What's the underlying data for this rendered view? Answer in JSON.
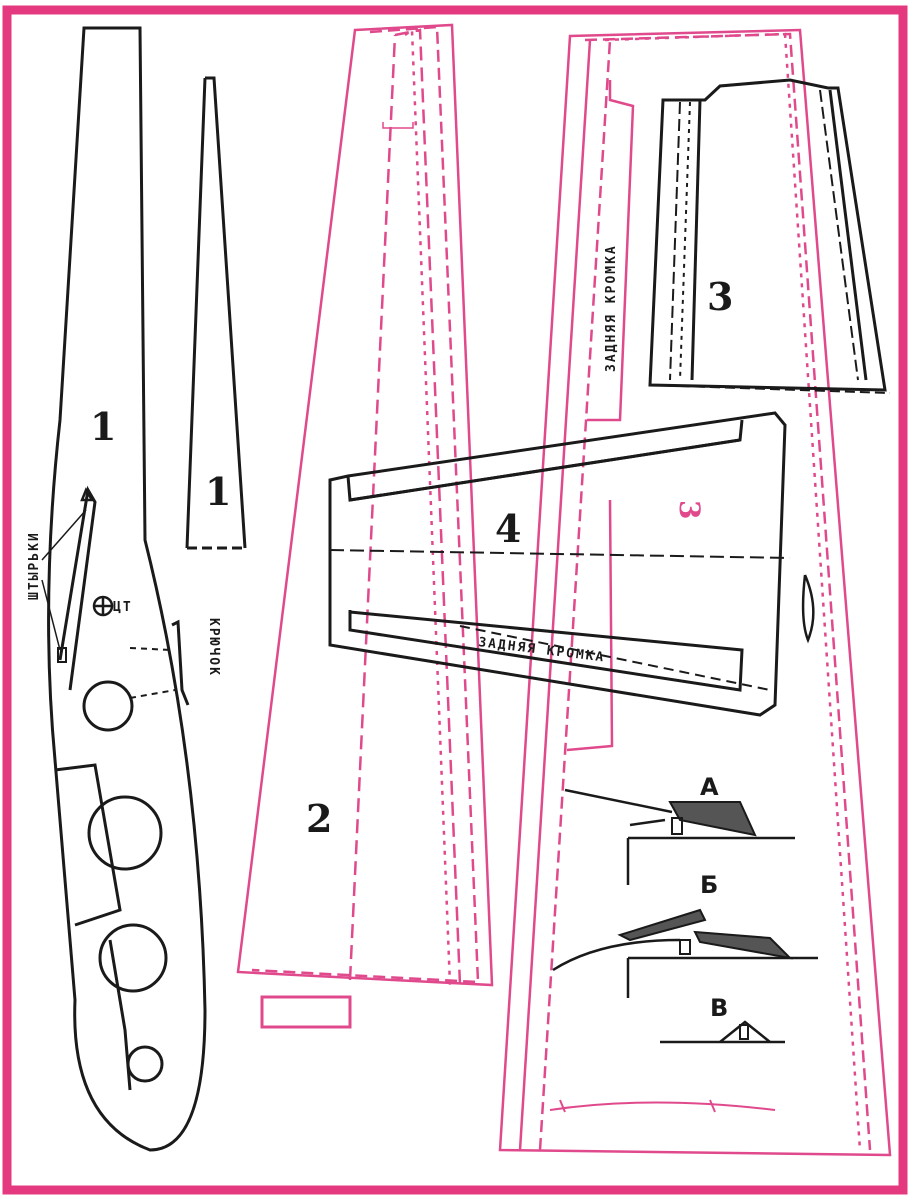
{
  "colors": {
    "frame": "#e5397f",
    "ink": "#1a1a1a",
    "pink_line": "#e04a8c",
    "paper": "#ffffff"
  },
  "labels": {
    "fuselage_number": "1",
    "fin_number": "1",
    "wing_number": "2",
    "stab_small_number": "3",
    "stab_pink_number": "3",
    "tail_number": "4",
    "pins_label": "ШТЫРЬКИ",
    "cg_label": "ЦТ",
    "hook_label": "КРЮЧОК",
    "trailing_edge_top": "ЗАДНЯЯ КРОМКА",
    "trailing_edge_tail": "ЗАДНЯЯ КРОМКА",
    "section_a": "А",
    "section_b": "Б",
    "section_v": "В"
  }
}
